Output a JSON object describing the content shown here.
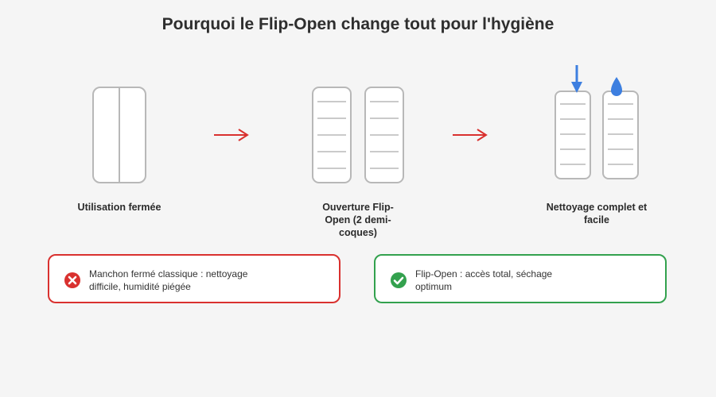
{
  "title": "Pourquoi le Flip-Open change tout pour l'hygiène",
  "steps": [
    {
      "label": "Utilisation fermée"
    },
    {
      "label": "Ouverture Flip-Open (2 demi-coques)"
    },
    {
      "label": "Nettoyage complet et facile"
    }
  ],
  "comparison": {
    "bad": {
      "text": "Manchon fermé classique : nettoyage difficile, humidité piégée",
      "icon": "cross-circle-icon",
      "color": "#d9312f"
    },
    "good": {
      "text": "Flip-Open : accès total, séchage optimum",
      "icon": "check-circle-icon",
      "color": "#33a14e"
    }
  },
  "colors": {
    "arrow": "#d9312f",
    "outline": "#b8b8b8",
    "water": "#3d7fe0"
  }
}
